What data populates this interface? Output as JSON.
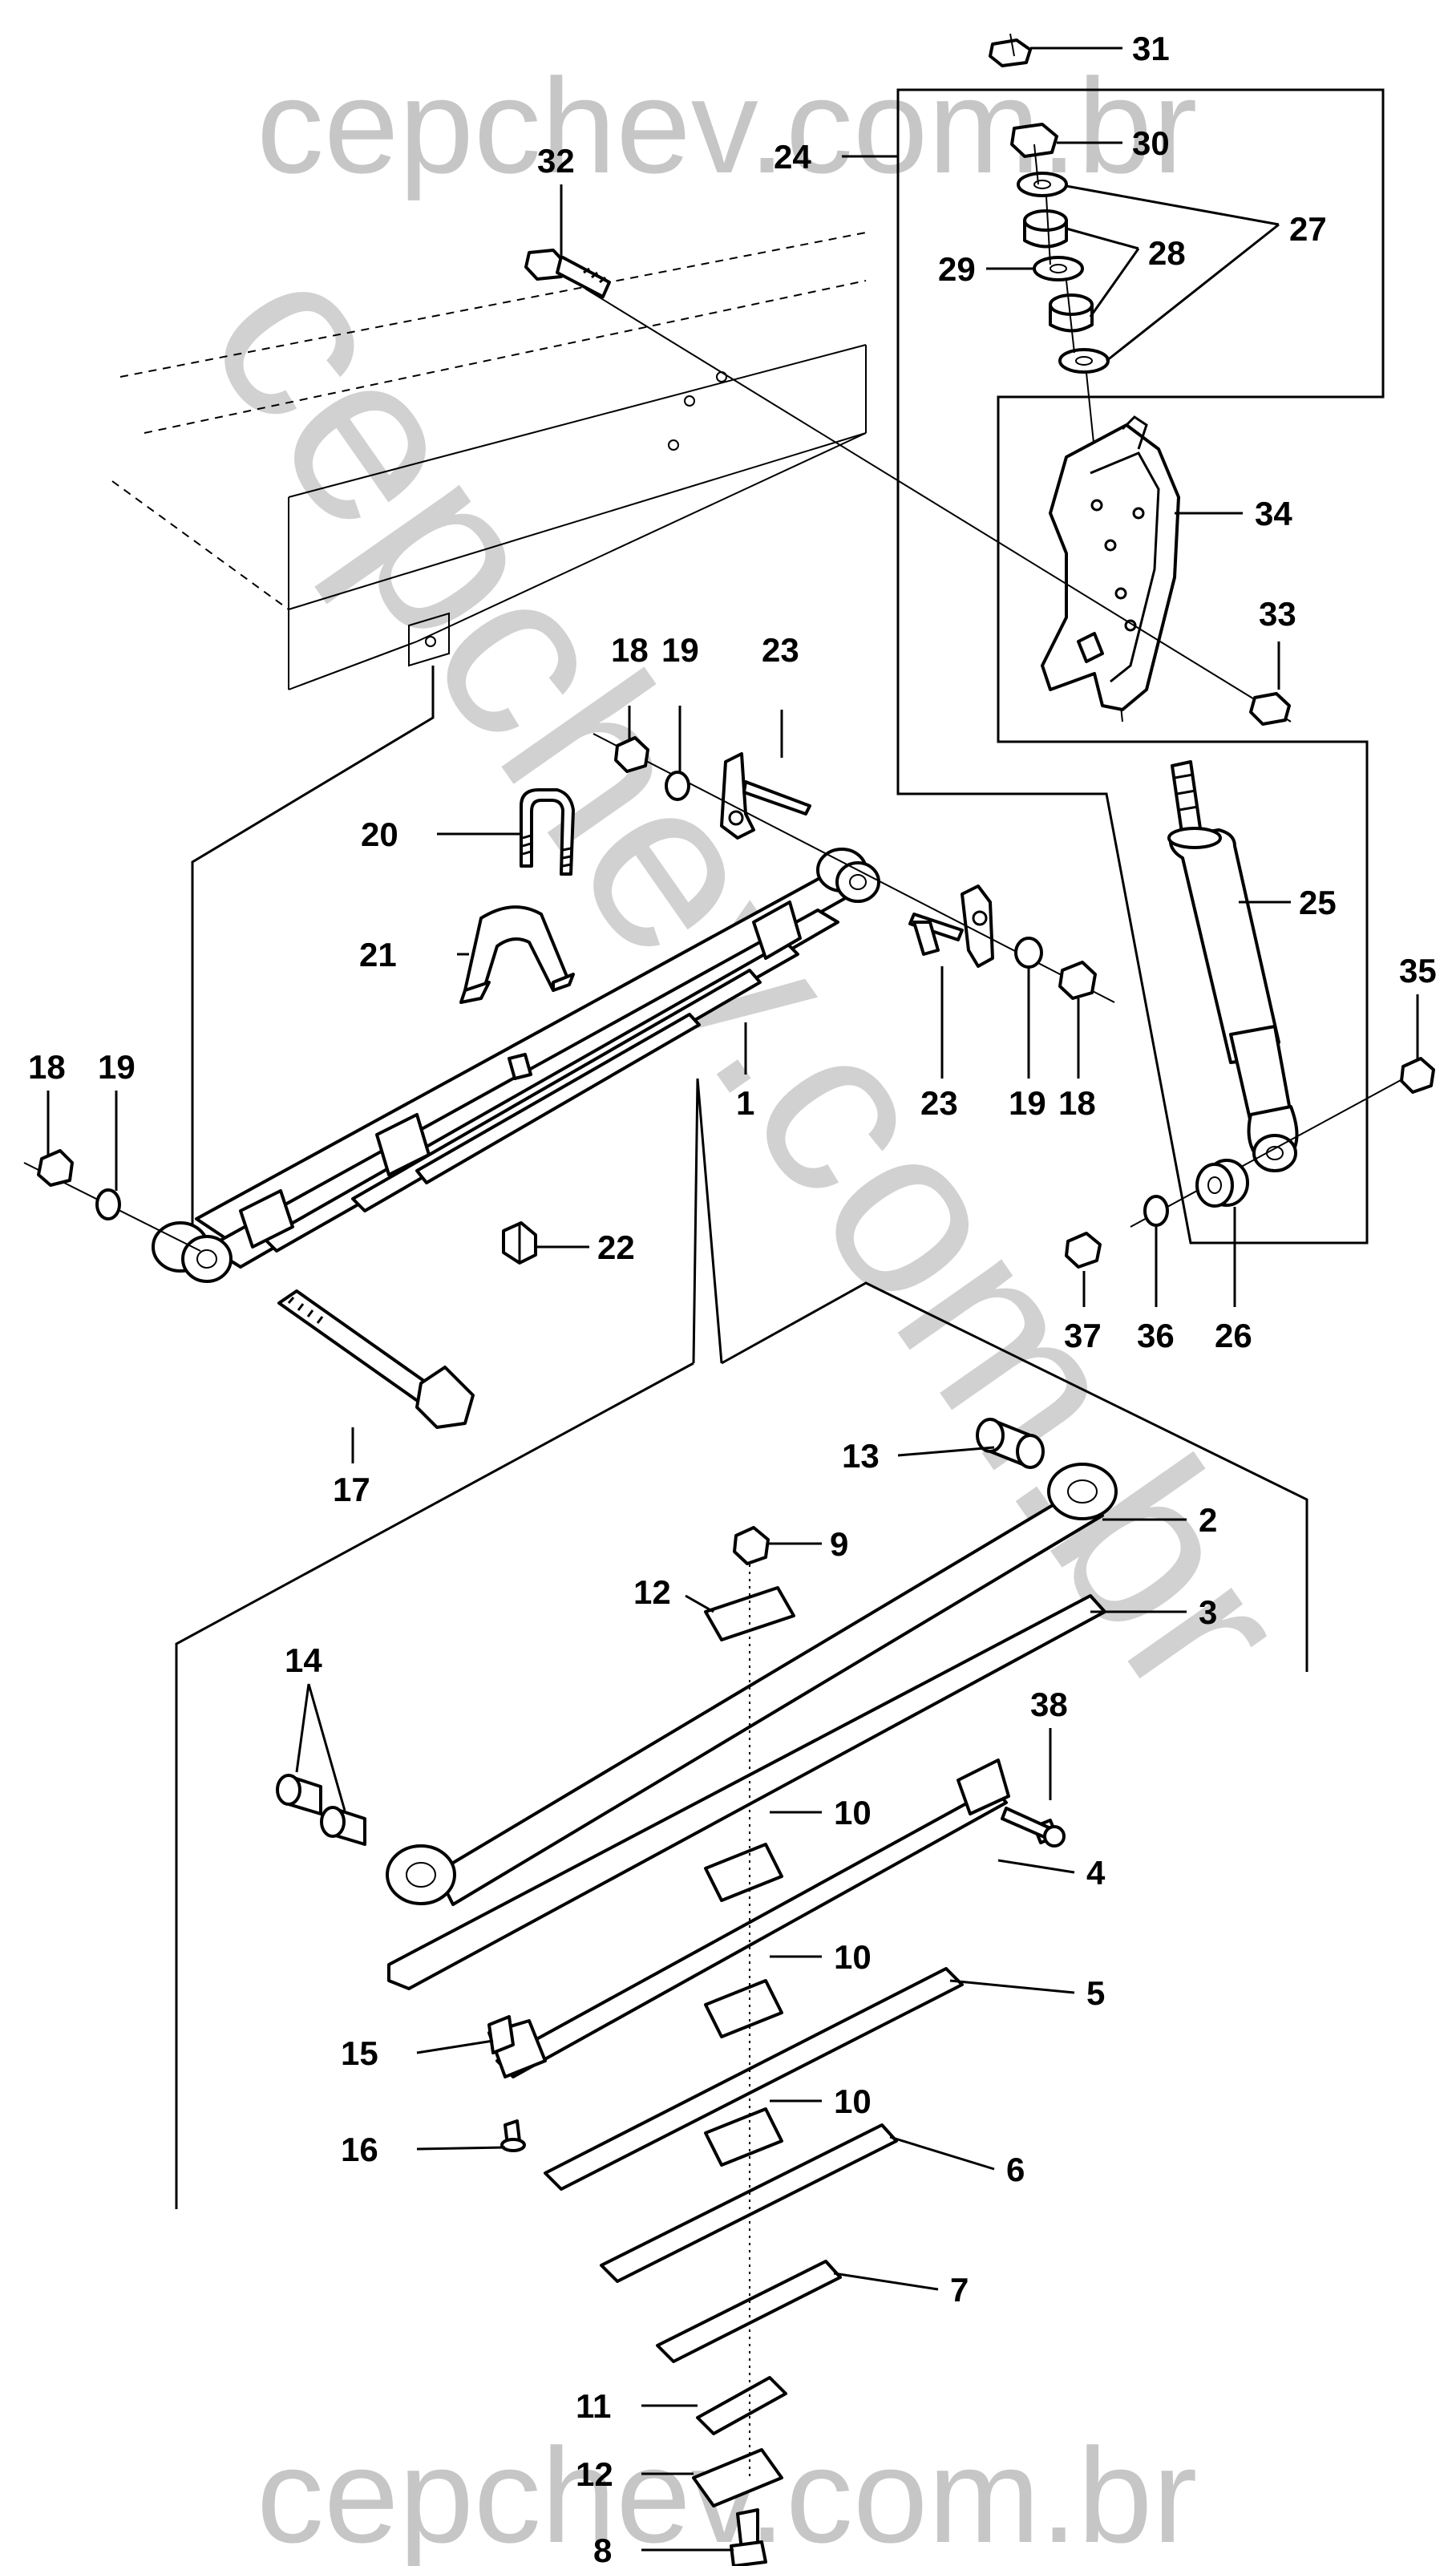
{
  "watermark": {
    "top": "cepchev.com.br",
    "bottom": "cepchev.com.br",
    "diagonal": "cepchev.com.br"
  },
  "callouts": {
    "c1": "1",
    "c2": "2",
    "c3": "3",
    "c4": "4",
    "c5": "5",
    "c6": "6",
    "c7": "7",
    "c8": "8",
    "c9": "9",
    "c10a": "10",
    "c10b": "10",
    "c10c": "10",
    "c11": "11",
    "c12a": "12",
    "c12b": "12",
    "c13": "13",
    "c14": "14",
    "c15": "15",
    "c16": "16",
    "c17": "17",
    "c18a": "18",
    "c18b": "18",
    "c18c": "18",
    "c19a": "19",
    "c19b": "19",
    "c19c": "19",
    "c20": "20",
    "c21": "21",
    "c22": "22",
    "c23a": "23",
    "c23b": "23",
    "c24": "24",
    "c25": "25",
    "c26": "26",
    "c27": "27",
    "c28": "28",
    "c29": "29",
    "c30": "30",
    "c31": "31",
    "c32": "32",
    "c33": "33",
    "c34": "34",
    "c35": "35",
    "c36": "36",
    "c37": "37",
    "c38": "38"
  }
}
